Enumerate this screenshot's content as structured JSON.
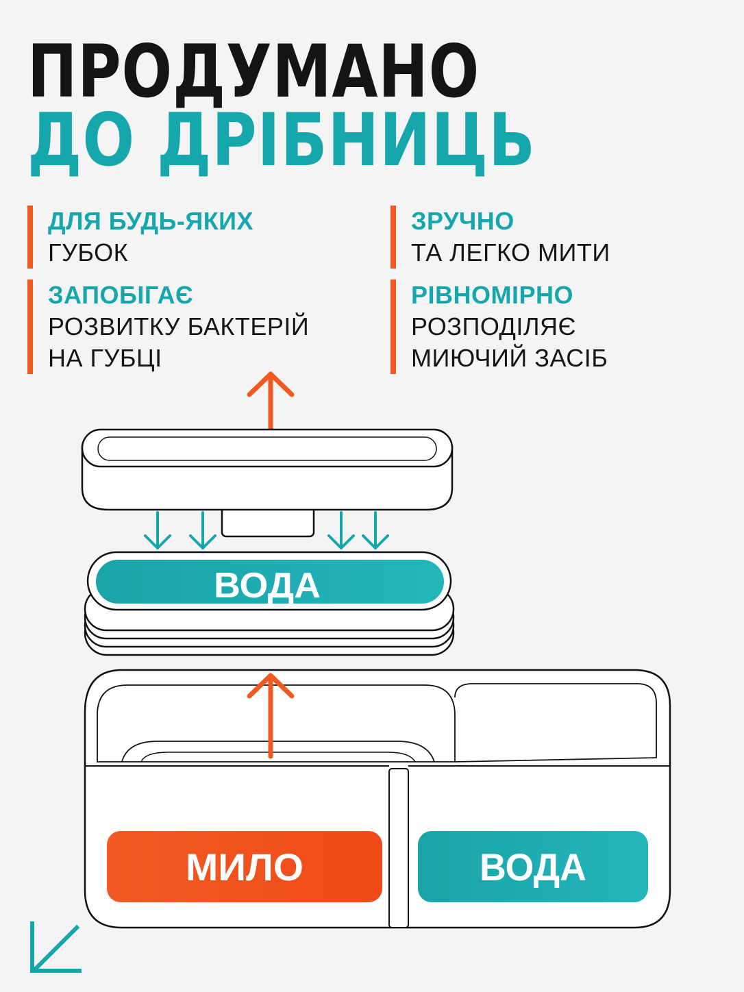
{
  "title": {
    "line1": "ПРОДУМАНО",
    "line2": "ДО ДРІБНИЦЬ"
  },
  "features": [
    {
      "accent": "ДЛЯ БУДЬ-ЯКИХ",
      "lines": [
        "ГУБОК"
      ]
    },
    {
      "accent": "ЗАПОБІГАЄ",
      "lines": [
        "РОЗВИТКУ БАКТЕРІЙ",
        "НА ГУБЦІ"
      ]
    },
    {
      "accent": "ЗРУЧНО",
      "lines": [
        "ТА ЛЕГКО МИТИ"
      ]
    },
    {
      "accent": "РІВНОМІРНО",
      "lines": [
        "РОЗПОДІЛЯЄ",
        "МИЮЧИЙ ЗАСІБ"
      ]
    }
  ],
  "labels": {
    "middle_water": "ВОДА",
    "soap": "МИЛО",
    "bottom_water": "ВОДА"
  },
  "colors": {
    "teal": "#16a7ad",
    "orange": "#f05a22",
    "dark": "#141414",
    "background": "#f4f4f4"
  },
  "icons": [
    "arrow-up-icon",
    "arrow-down-icon",
    "arrow-down-left-icon"
  ]
}
